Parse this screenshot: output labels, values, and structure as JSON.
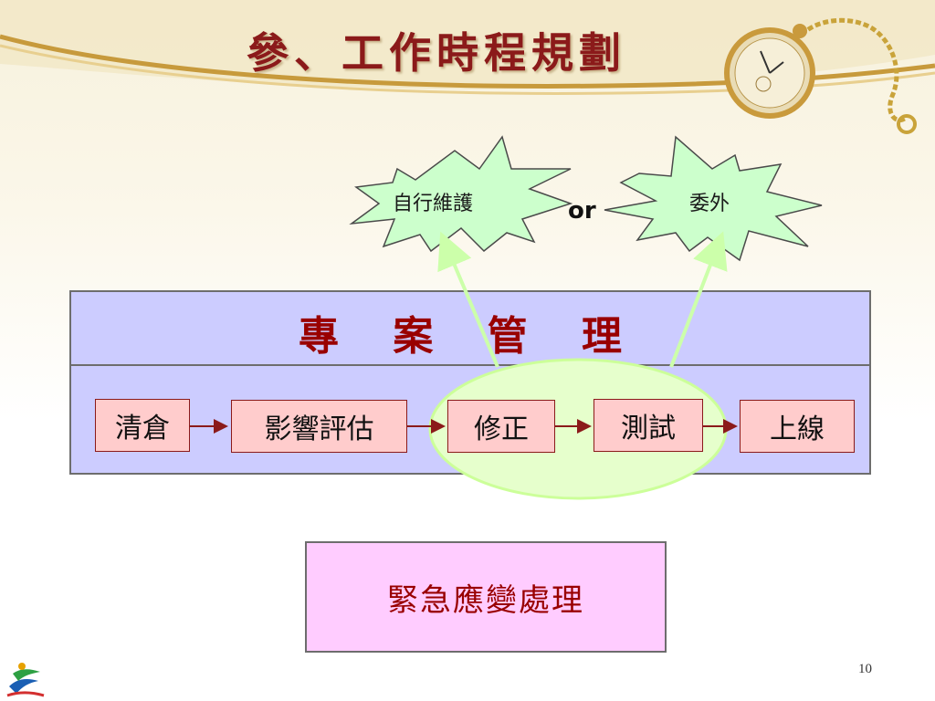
{
  "title": "參、工作時程規劃",
  "options": {
    "left_label": "自行維護",
    "connector": "or",
    "right_label": "委外"
  },
  "project_management": {
    "title": "專 案 管 理",
    "steps": [
      "清倉",
      "影響評估",
      "修正",
      "測試",
      "上線"
    ]
  },
  "emergency": "緊急應變處理",
  "page_number": "10",
  "colors": {
    "title": "#8b1a1a",
    "burst_fill": "#ccffcc",
    "pm_fill": "#ccccff",
    "step_fill": "#ffcccc",
    "highlight_fill": "#e6ffcc",
    "emergency_fill": "#ffccff",
    "arrow": "#8b1a1a"
  }
}
